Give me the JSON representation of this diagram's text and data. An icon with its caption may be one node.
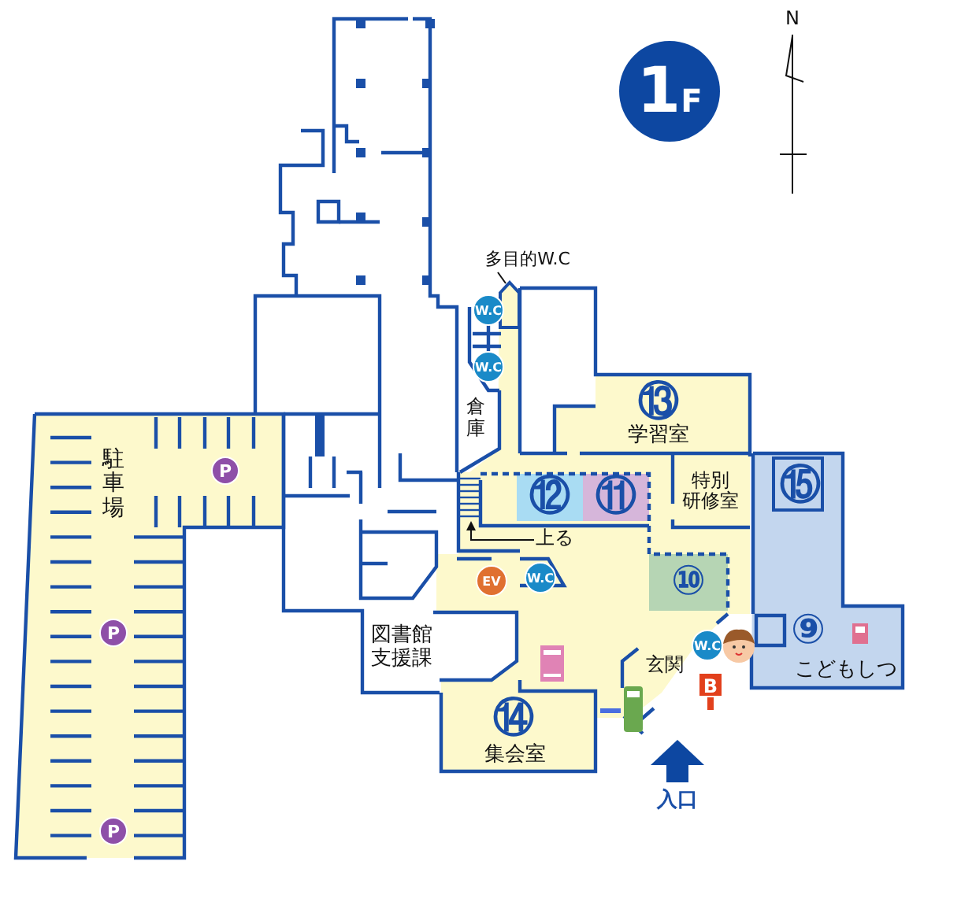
{
  "diagram": {
    "nodes": [
      {
        "text": [
          "⑬",
          "学習室"
        ]
      },
      {
        "text": [
          "特別研修室"
        ]
      },
      {
        "text": [
          "⑫"
        ]
      },
      {
        "text": [
          "⑪"
        ]
      },
      {
        "text": [
          "⑩"
        ]
      },
      {
        "text": [
          "⑨",
          "こどもしつ"
        ]
      },
      {
        "text": [
          "⑮"
        ],
        "in": 5
      },
      {
        "text": [
          "⑭",
          "集会室"
        ]
      },
      {
        "text": [
          "駐車場"
        ]
      },
      {
        "text": [
          "P"
        ],
        "in": 8
      },
      {
        "text": [
          "P"
        ],
        "in": 8
      },
      {
        "text": [
          "P"
        ],
        "in": 8
      },
      {
        "text": [
          "倉庫"
        ]
      },
      {
        "text": [
          "図書館支援課"
        ]
      },
      {
        "text": [
          "玄関"
        ]
      },
      {
        "text": [
          "多目的W.C"
        ]
      },
      {
        "text": [],
        "shape": "box"
      },
      {
        "text": [
          "W.C"
        ]
      },
      {
        "text": [
          "W.C"
        ]
      },
      {
        "text": [
          "EV"
        ]
      },
      {
        "text": [
          "W.C"
        ]
      },
      {
        "text": [
          "W.C"
        ]
      },
      {
        "text": [
          "B"
        ]
      },
      {
        "text": [
          "1F"
        ]
      }
    ],
    "edges": [
      {
        "from": 15,
        "to": 16,
        "arrow": "none"
      }
    ],
    "labels": [
      "N",
      "上る",
      "入口"
    ]
  }
}
